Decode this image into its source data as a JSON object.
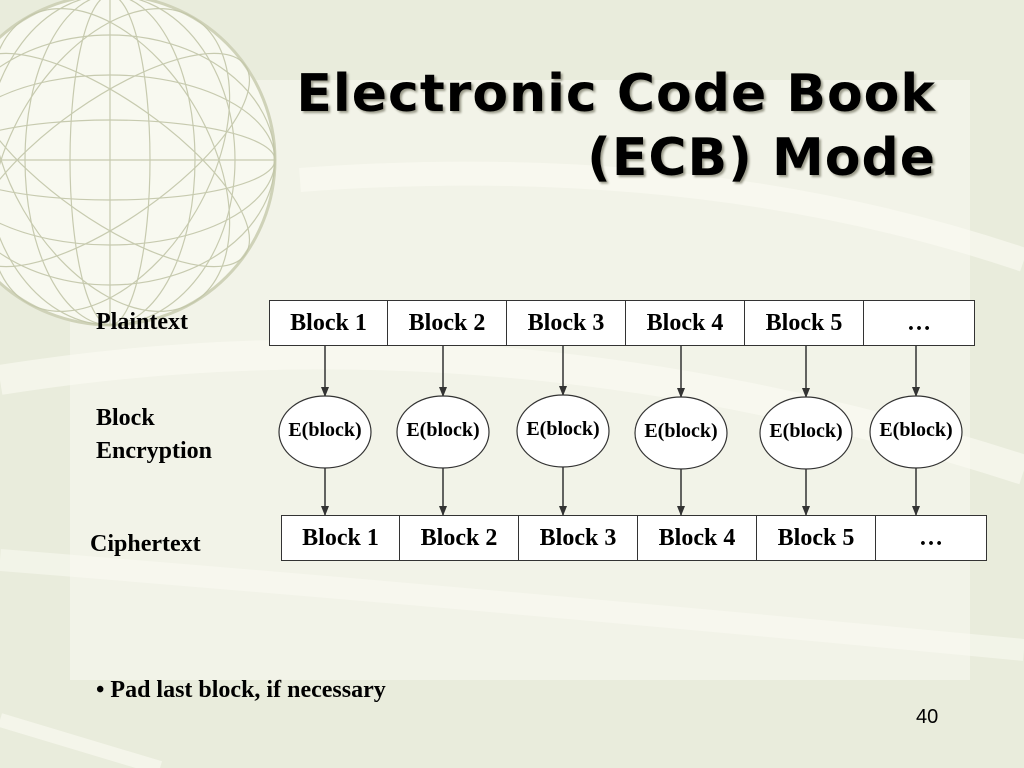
{
  "slide": {
    "title_line1": "Electronic Code Book",
    "title_line2": "(ECB) Mode",
    "page_number": "40"
  },
  "labels": {
    "plaintext": "Plaintext",
    "block_encryption_line1": "Block",
    "block_encryption_line2": "Encryption",
    "ciphertext": "Ciphertext"
  },
  "plaintext_blocks": [
    "Block 1",
    "Block 2",
    "Block 3",
    "Block 4",
    "Block 5",
    "…"
  ],
  "encryption_nodes": [
    "E(block)",
    "E(block)",
    "E(block)",
    "E(block)",
    "E(block)",
    "E(block)"
  ],
  "ciphertext_blocks": [
    "Block 1",
    "Block 2",
    "Block 3",
    "Block 4",
    "Block 5",
    "…"
  ],
  "bullets": [
    "Pad last block, if necessary"
  ],
  "colors": {
    "background": "#eef0e2",
    "panel": "#f6f7ee",
    "globe_line": "#c8cbb0"
  }
}
